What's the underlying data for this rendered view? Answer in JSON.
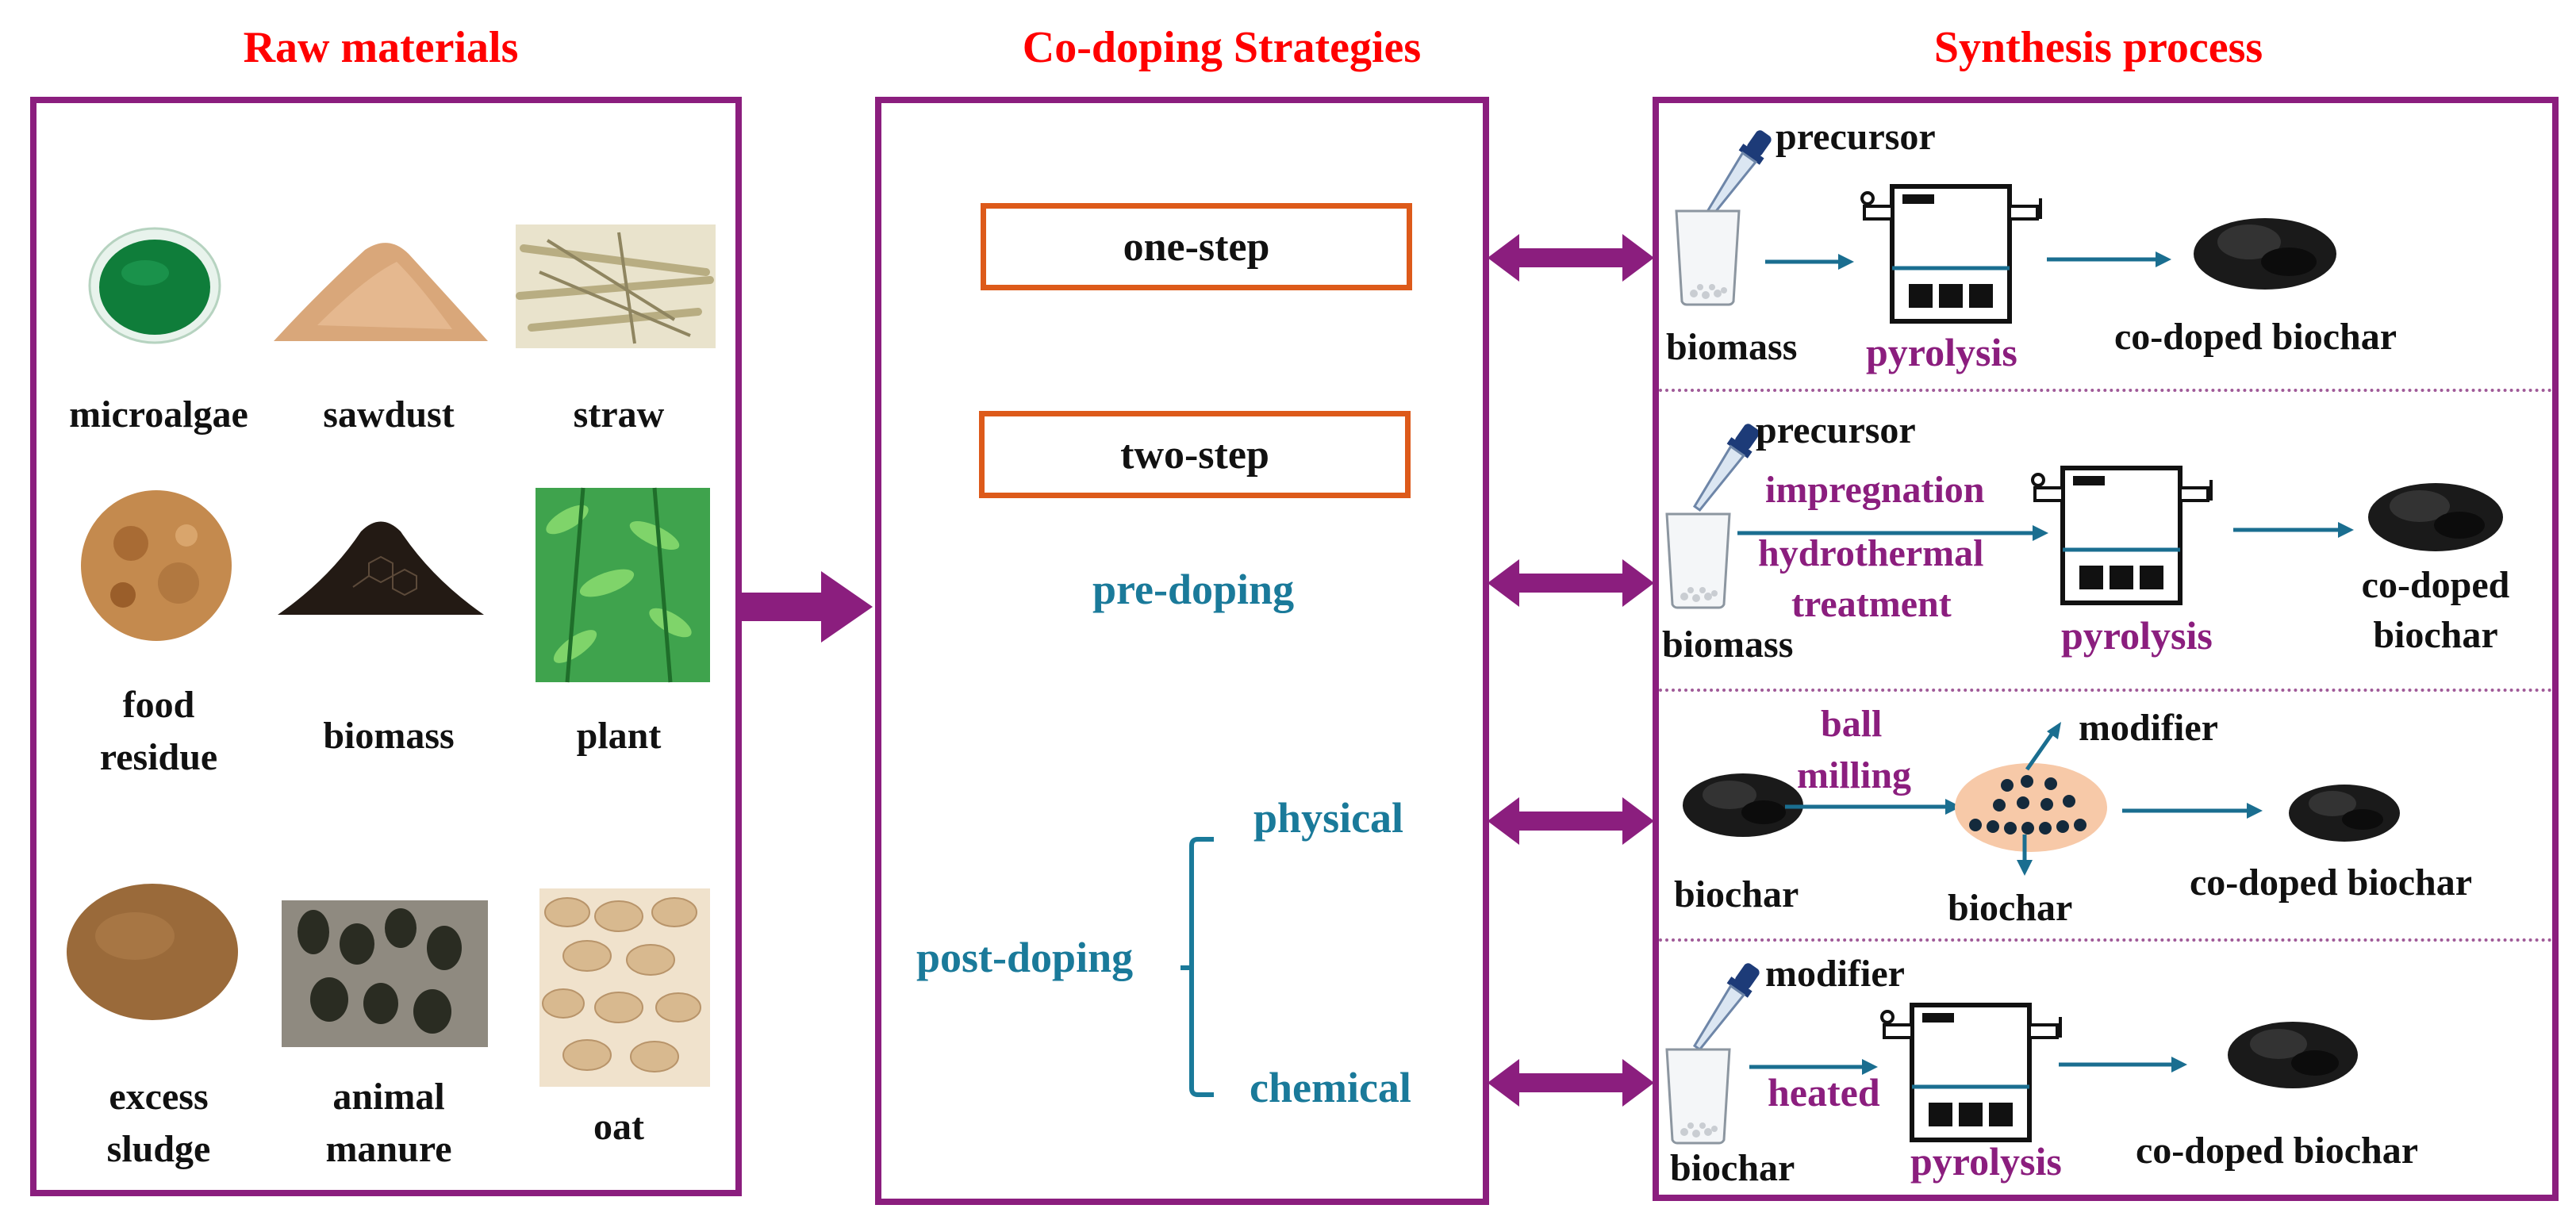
{
  "headers": {
    "raw_materials": "Raw materials",
    "strategies": "Co-doping Strategies",
    "synthesis": "Synthesis process"
  },
  "raw_materials": {
    "microalgae": "microalgae",
    "sawdust": "sawdust",
    "straw": "straw",
    "food_residue": [
      "food",
      "residue"
    ],
    "biomass": "biomass",
    "plant": "plant",
    "excess_sludge": [
      "excess",
      "sludge"
    ],
    "animal_manure": [
      "animal",
      "manure"
    ],
    "oat": "oat"
  },
  "strategies": {
    "one_step": "one-step",
    "two_step": "two-step",
    "pre_doping": "pre-doping",
    "post_doping": "post-doping",
    "physical": "physical",
    "chemical": "chemical"
  },
  "synthesis": {
    "row1": {
      "precursor": "precursor",
      "biomass": "biomass",
      "pyrolysis": "pyrolysis",
      "product": "co-doped biochar"
    },
    "row2": {
      "precursor": "precursor",
      "impregnation": "impregnation",
      "hydrothermal": "hydrothermal",
      "treatment": "treatment",
      "biomass": "biomass",
      "pyrolysis": "pyrolysis",
      "product": [
        "co-doped",
        "biochar"
      ]
    },
    "row3": {
      "ball": "ball",
      "milling": "milling",
      "modifier": "modifier",
      "biochar_in": "biochar",
      "biochar_mid": "biochar",
      "product": "co-doped biochar"
    },
    "row4": {
      "modifier": "modifier",
      "heated": "heated",
      "biochar": "biochar",
      "pyrolysis": "pyrolysis",
      "product": "co-doped biochar"
    }
  },
  "colors": {
    "header_red": "#ff0000",
    "panel_purple": "#8b1e7e",
    "strategy_teal": "#1a7a9a",
    "box_orange": "#dd5a1a"
  }
}
